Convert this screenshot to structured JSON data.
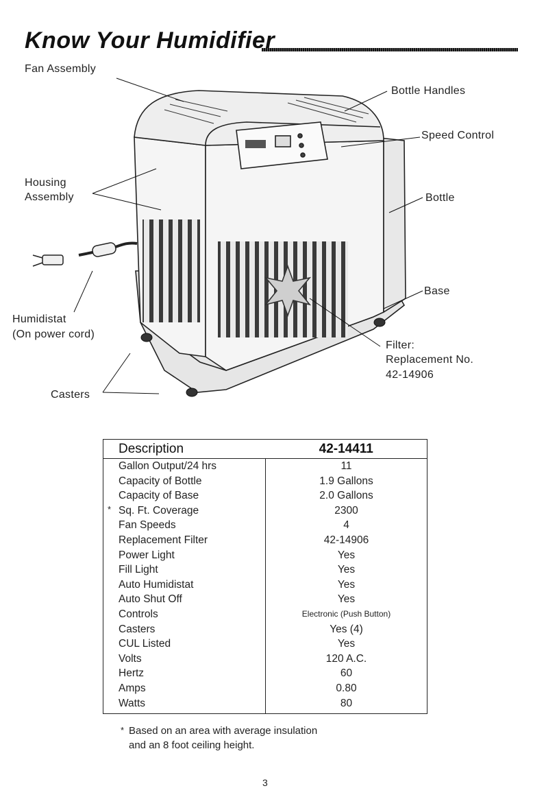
{
  "page": {
    "title": "Know Your Humidifier",
    "page_number": "3"
  },
  "diagram": {
    "labels": {
      "fan_assembly": "Fan Assembly",
      "bottle_handles": "Bottle Handles",
      "speed_control": "Speed Control",
      "housing": "Housing",
      "assembly": "Assembly",
      "bottle": "Bottle",
      "base": "Base",
      "humidistat": "Humidistat",
      "on_power_cord": "(On power cord)",
      "filter": "Filter:",
      "replacement_no": "Replacement No.",
      "filter_number": "42-14906",
      "casters": "Casters"
    }
  },
  "table": {
    "header_description": "Description",
    "header_model": "42-14411",
    "rows": [
      {
        "label": "Gallon Output/24 hrs",
        "value": "11"
      },
      {
        "label": "Capacity of Bottle",
        "value": "1.9 Gallons"
      },
      {
        "label": "Capacity of Base",
        "value": "2.0 Gallons"
      },
      {
        "label": "Sq. Ft. Coverage",
        "value": "2300",
        "marker": "*"
      },
      {
        "label": "Fan Speeds",
        "value": "4"
      },
      {
        "label": "Replacement Filter",
        "value": "42-14906"
      },
      {
        "label": "Power Light",
        "value": "Yes"
      },
      {
        "label": "Fill Light",
        "value": "Yes"
      },
      {
        "label": "Auto Humidistat",
        "value": "Yes"
      },
      {
        "label": "Auto Shut Off",
        "value": "Yes"
      },
      {
        "label": "Controls",
        "value": "Electronic (Push Button)"
      },
      {
        "label": "Casters",
        "value": "Yes (4)"
      },
      {
        "label": "CUL Listed",
        "value": "Yes"
      },
      {
        "label": "Volts",
        "value": "120 A.C."
      },
      {
        "label": "Hertz",
        "value": "60"
      },
      {
        "label": "Amps",
        "value": "0.80"
      },
      {
        "label": "Watts",
        "value": "80"
      }
    ]
  },
  "footnote": {
    "marker": "*",
    "line1": "Based on an area with average insulation",
    "line2": "and an 8 foot ceiling height."
  }
}
